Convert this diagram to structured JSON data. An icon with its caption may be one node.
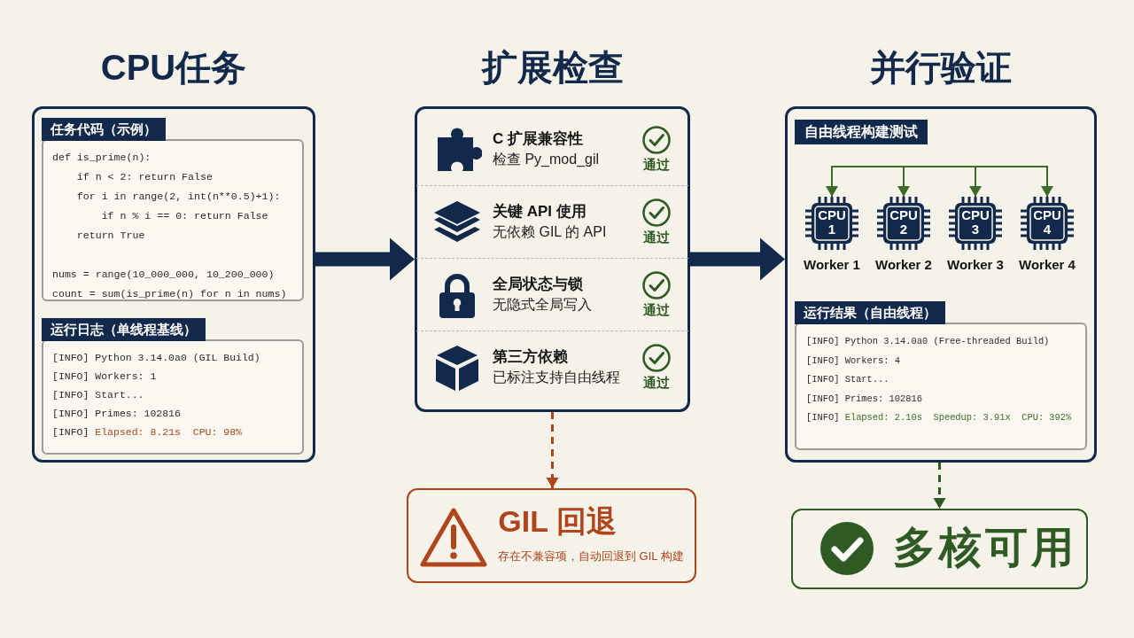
{
  "diagram": {
    "nodes": [
      {
        "text": [
          "CPU任务"
        ]
      },
      {
        "text": [
          "任务代码（示例）",
          "def is_prime(n):",
          "if n < 2: return False",
          "for i in range(2, int(n**0.5)+1):",
          "if n % i == 0: return False",
          "return True",
          "nums = range(10_000_000, 10_200_000)",
          "count = sum(is_prime(n) for n in nums)"
        ],
        "in": 0
      },
      {
        "text": [
          "运行日志（单线程基线）",
          "[INFO] Python 3.14.0a0 (GIL Build)",
          "[INFO] Workers: 1",
          "[INFO] Start...",
          "[INFO] Primes: 102816",
          "[INFO]",
          "Elapsed: 8.21s",
          "CPU: 98%"
        ],
        "in": 0
      },
      {
        "text": [
          "扩展检查"
        ]
      },
      {
        "text": [
          "C 扩展兼容性",
          "检查 Py_mod_gil",
          "通过"
        ],
        "in": 3
      },
      {
        "text": [
          "关键 API 使用",
          "无依赖 GIL 的 API",
          "通过"
        ],
        "in": 3
      },
      {
        "text": [
          "全局状态与锁",
          "无隐式全局写入",
          "通过"
        ],
        "in": 3
      },
      {
        "text": [
          "第三方依赖",
          "已标注支持自由线程",
          "通过"
        ],
        "in": 3
      },
      {
        "text": [
          "并行验证"
        ]
      },
      {
        "text": [
          "自由线程构建测试"
        ],
        "in": 8
      },
      {
        "text": [
          "CPU 1"
        ],
        "beside": [
          "Worker 1"
        ],
        "in": 8
      },
      {
        "text": [
          "CPU 2"
        ],
        "beside": [
          "Worker 2"
        ],
        "in": 8
      },
      {
        "text": [
          "CPU 3"
        ],
        "beside": [
          "Worker 3"
        ],
        "in": 8
      },
      {
        "text": [
          "CPU 4"
        ],
        "beside": [
          "Worker 4"
        ],
        "in": 8
      },
      {
        "text": [
          "运行结果（自由线程）",
          "[INFO] Python 3.14.0a0 (Free-threaded Build)",
          "[INFO] Workers: 4",
          "[INFO] Start...",
          "[INFO] Primes: 102816",
          "[INFO]",
          "Elapsed: 2.10s",
          "Speedup: 3.91x",
          "CPU: 392%"
        ],
        "in": 8
      },
      {
        "text": [
          "GIL 回退",
          "存在不兼容项，自动回退到 GIL 构建"
        ]
      },
      {
        "text": [
          "多核可用"
        ]
      }
    ],
    "edges": [
      {
        "from": 0,
        "to": 3,
        "arrow": "to",
        "style": "thick"
      },
      {
        "from": 3,
        "to": 8,
        "arrow": "to",
        "style": "thick"
      },
      {
        "from": 3,
        "to": 15,
        "arrow": "to",
        "style": "dashed",
        "color": "#b0451c"
      },
      {
        "from": 8,
        "to": 16,
        "arrow": "to",
        "style": "dashed",
        "color": "#2f5a23"
      },
      {
        "from": null,
        "to": 10,
        "arrow": "to",
        "color": "#3e6b2a"
      },
      {
        "from": null,
        "to": 11,
        "arrow": "to",
        "color": "#3e6b2a"
      },
      {
        "from": null,
        "to": 12,
        "arrow": "to",
        "color": "#3e6b2a"
      },
      {
        "from": null,
        "to": 13,
        "arrow": "to",
        "color": "#3e6b2a"
      }
    ]
  }
}
